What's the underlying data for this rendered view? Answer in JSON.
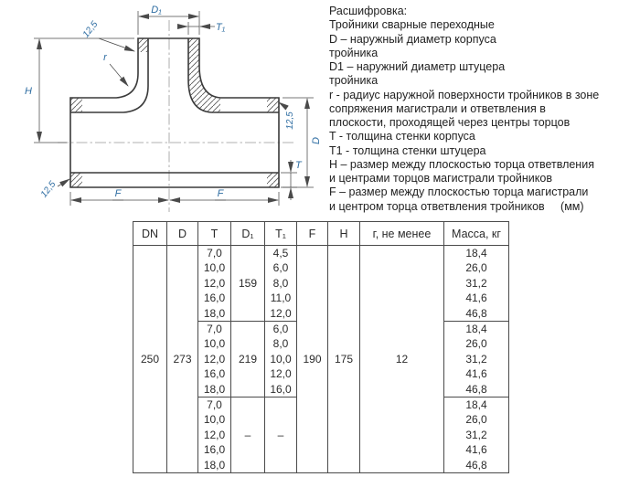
{
  "drawing": {
    "labels": {
      "d1": "D₁",
      "t1": "T₁",
      "d": "D",
      "t": "T",
      "h": "H",
      "f": "F",
      "r": "r",
      "bevel": "12,5"
    }
  },
  "legend": {
    "title": "Расшифровка:",
    "items": [
      "Тройники сварные переходные",
      "D – наружный диаметр корпуса\nтройника",
      "D1 – наружний диаметр штуцера\nтройника",
      "r - радиус наружной поверхности тройников в зоне\nсопряжения магистрали и ответвления в\nплоскости, проходящей через центры торцов",
      "T - толщина стенки корпуса",
      "T1 - толщина стенки штуцера",
      "H – размер между плоскостью торца ответвления\nи центрами торцов магистрали тройников",
      "F – размер между плоскостью торца магистрали\nи центром торца ответвления тройников     (мм)"
    ]
  },
  "table": {
    "headers": [
      "DN",
      "D",
      "T",
      "D₁",
      "T₁",
      "F",
      "H",
      "г, не менее",
      "Масса, кг"
    ],
    "dn": "250",
    "d": "273",
    "f": "190",
    "h": "175",
    "r": "12",
    "groups": [
      {
        "d1": "159",
        "t": [
          "7,0",
          "10,0",
          "12,0",
          "16,0",
          "18,0"
        ],
        "t1": [
          "4,5",
          "6,0",
          "8,0",
          "11,0",
          "12,0"
        ],
        "mass": [
          "18,4",
          "26,0",
          "31,2",
          "41,6",
          "46,8"
        ]
      },
      {
        "d1": "219",
        "t": [
          "7,0",
          "10,0",
          "12,0",
          "16,0",
          "18,0"
        ],
        "t1": [
          "6,0",
          "8,0",
          "10,0",
          "12,0",
          "16,0"
        ],
        "mass": [
          "18,4",
          "26,0",
          "31,2",
          "41,6",
          "46,8"
        ]
      },
      {
        "d1": "–",
        "t1": "–",
        "t": [
          "7,0",
          "10,0",
          "12,0",
          "16,0",
          "18,0"
        ],
        "mass": [
          "18,4",
          "26,0",
          "31,2",
          "41,6",
          "46,8"
        ]
      }
    ]
  }
}
